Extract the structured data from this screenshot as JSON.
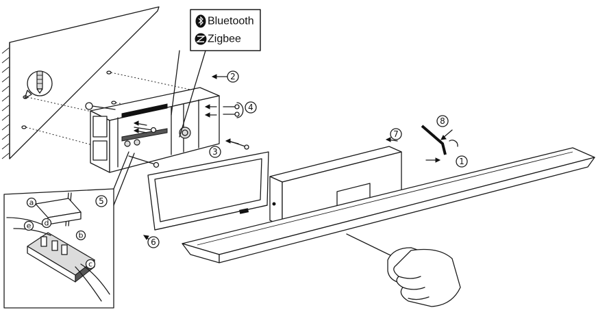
{
  "legend": {
    "bluetooth_label": "Bluetooth",
    "zigbee_label": "Zigbee"
  },
  "steps": {
    "s1": "1",
    "s2": "2",
    "s3": "3",
    "s4": "4",
    "s5": "5",
    "s6": "6",
    "s7": "7",
    "s8": "8"
  },
  "wiring": {
    "a": "a",
    "b": "b",
    "c": "c",
    "d": "d",
    "e": "e"
  },
  "icons": [
    "bluetooth-icon",
    "zigbee-icon",
    "wall-anchor-icon",
    "remote-control-icon",
    "hex-key-icon"
  ]
}
